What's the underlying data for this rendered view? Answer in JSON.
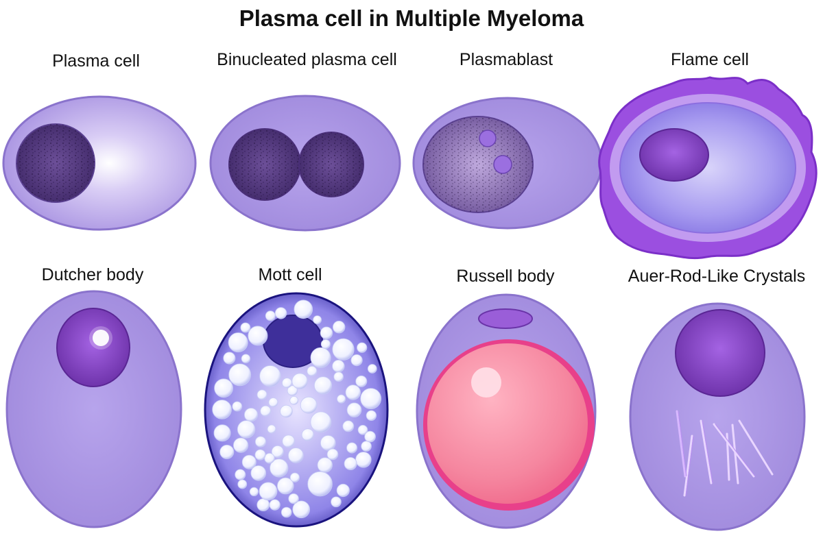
{
  "title": "Plasma cell in Multiple Myeloma",
  "labels": {
    "plasma_cell": "Plasma cell",
    "binucleated": "Binucleated plasma cell",
    "plasmablast": "Plasmablast",
    "flame_cell": "Flame cell",
    "dutcher_body": "Dutcher body",
    "mott_cell": "Mott cell",
    "russell_body": "Russell body",
    "auer_rod": "Auer-Rod-Like Crystals"
  },
  "colors": {
    "cytoplasm": "#a58fe0",
    "cytoplasm_edge": "#8a73cc",
    "nucleus_dark": "#4a2f78",
    "nucleus_purple": "#7a3fb8",
    "flame": "#9b4fe0",
    "mott_blue": "#2a1fa8",
    "russell_pink": "#f58aa3",
    "russell_rim": "#e8408a"
  }
}
